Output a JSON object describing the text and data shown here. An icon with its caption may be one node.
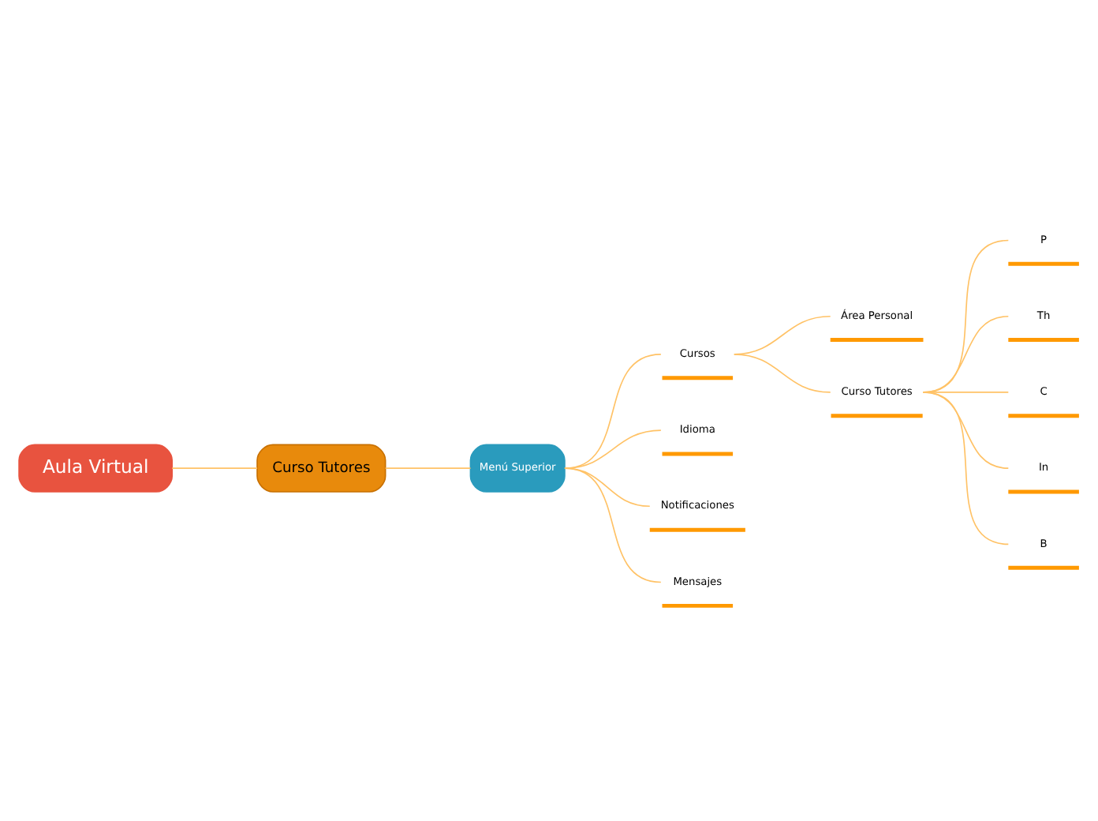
{
  "diagram": {
    "nodes": [
      {
        "text": [
          "Aula Virtual"
        ]
      },
      {
        "text": [
          "Curso Tutores"
        ]
      },
      {
        "text": [
          "Menú Superior"
        ]
      },
      {
        "text": [
          "Cursos"
        ]
      },
      {
        "text": [
          "Área Personal"
        ]
      },
      {
        "text": [
          "Curso Tutores"
        ]
      },
      {
        "text": [
          "P"
        ]
      },
      {
        "text": [
          "Th"
        ]
      },
      {
        "text": [
          "C"
        ]
      },
      {
        "text": [
          "In"
        ]
      },
      {
        "text": [
          "B"
        ]
      },
      {
        "text": [
          "Idioma"
        ]
      },
      {
        "text": [
          "Notificaciones"
        ]
      },
      {
        "text": [
          "Mensajes"
        ]
      }
    ],
    "edges": [
      {
        "from": 0,
        "to": 1,
        "arrow": "none"
      },
      {
        "from": 1,
        "to": 2,
        "arrow": "none"
      },
      {
        "from": 2,
        "to": 3,
        "arrow": "none"
      },
      {
        "from": 3,
        "to": 4,
        "arrow": "none"
      },
      {
        "from": 3,
        "to": 5,
        "arrow": "none"
      },
      {
        "from": 5,
        "to": 6,
        "arrow": "none"
      },
      {
        "from": 5,
        "to": 7,
        "arrow": "none"
      },
      {
        "from": 5,
        "to": 8,
        "arrow": "none"
      },
      {
        "from": 5,
        "to": 9,
        "arrow": "none"
      },
      {
        "from": 5,
        "to": 10,
        "arrow": "none"
      },
      {
        "from": 2,
        "to": 11,
        "arrow": "none"
      },
      {
        "from": 2,
        "to": 12,
        "arrow": "none"
      },
      {
        "from": 2,
        "to": 13,
        "arrow": "none"
      }
    ]
  }
}
